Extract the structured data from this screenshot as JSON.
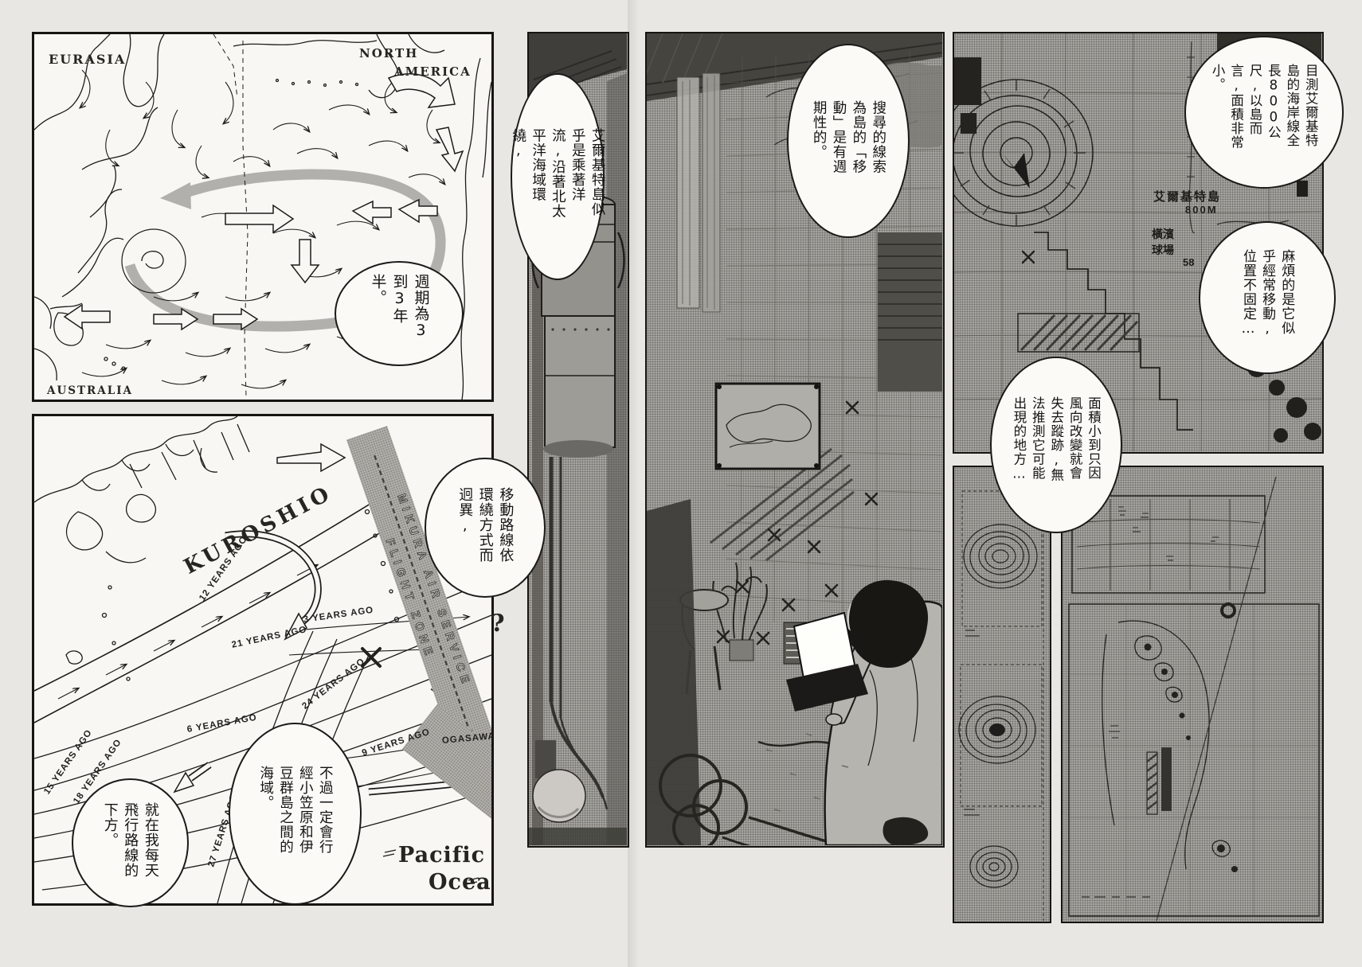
{
  "colors": {
    "paper": "#e9e7e3",
    "ink": "#1b1a18",
    "halftone_gray": "#a6a49f",
    "bubble_white": "#fbfaf7",
    "current_gray": "#b2b0ac"
  },
  "left_page": {
    "top_map": {
      "region_labels": {
        "eurasia": "EURASIA",
        "north": "NORTH",
        "america": "AMERICA",
        "australia": "AUSTRALIA"
      }
    },
    "bottom_map": {
      "current_label": "KUROSHIO",
      "flight_zone_line1": "MIKURA AIR SERVICE",
      "flight_zone_line2": "FLIGHT ZONE",
      "year_labels": [
        "12 YEARS AGO",
        "3 YEARS AGO",
        "21 YEARS AGO",
        "24 YEARS AGO",
        "6 YEARS AGO",
        "15 YEARS AGO",
        "18 YEARS AGO",
        "27 YEARS AGO",
        "9 YEARS AGO"
      ],
      "islands_label": "OGASAWARA",
      "ocean_label_line1": "Pacific",
      "ocean_label_line2": "Ocean",
      "question_mark": "?"
    }
  },
  "right_page": {
    "map_labels": {
      "island_name": "艾爾基特島",
      "island_length": "800M",
      "stadium_line1": "橫濱",
      "stadium_line2": "球場",
      "number": "58"
    }
  },
  "speech_bubbles": {
    "cycle": "週期為3到3年半。",
    "drift": "艾爾基特島似乎是乘著洋流,沿著北太平洋海域環繞,",
    "route": "移動路線依環繞方式而迥異,",
    "pass": "不過一定會行經小笠原和伊豆群島之間的海域。",
    "below": "就在我每天飛行路線的下方。",
    "clue": "搜尋的線索為島的「移動」是有週期性的。",
    "size": "目測艾爾基特島的海岸線全長800公尺,以島而言,面積非常小。",
    "move": "麻煩的是它似乎經常移動,位置不固定…",
    "small": "面積小到只因風向改變就會失去蹤跡,無法推測它可能出現的地方…"
  }
}
